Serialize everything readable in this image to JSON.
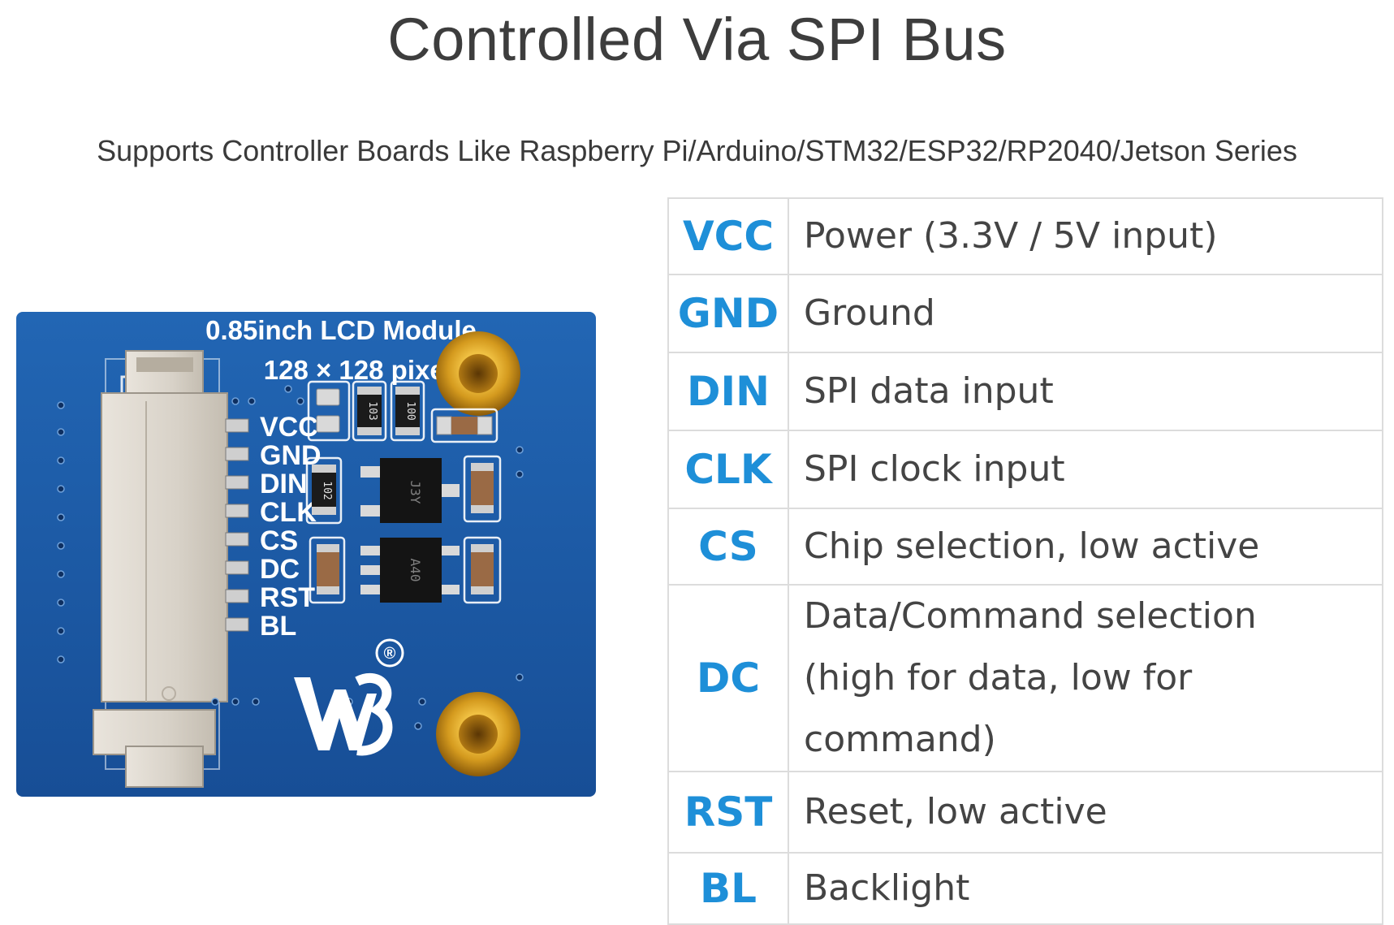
{
  "header": {
    "title": "Controlled Via SPI Bus",
    "subtitle": "Supports Controller Boards Like Raspberry Pi/Arduino/STM32/ESP32/RP2040/Jetson Series"
  },
  "board": {
    "title_line1": "0.85inch LCD Module",
    "title_line2": "128 × 128 pixels",
    "pin_labels": [
      "VCC",
      "GND",
      "DIN",
      "CLK",
      "CS",
      "DC",
      "RST",
      "BL"
    ],
    "component_marks": [
      "103",
      "100",
      "102",
      "J3Y",
      "A40"
    ],
    "registered_mark": "®",
    "pcb_color": "#1c5da8",
    "accent_color": "#1e8fd8"
  },
  "pins": [
    {
      "pin": "VCC",
      "desc": "Power (3.3V / 5V input)"
    },
    {
      "pin": "GND",
      "desc": "Ground"
    },
    {
      "pin": "DIN",
      "desc": "SPI data input"
    },
    {
      "pin": "CLK",
      "desc": "SPI clock input"
    },
    {
      "pin": "CS",
      "desc": "Chip selection, low active"
    },
    {
      "pin": "DC",
      "desc": "Data/Command selection",
      "desc2": "(high for data, low for command)"
    },
    {
      "pin": "RST",
      "desc": "Reset, low active"
    },
    {
      "pin": "BL",
      "desc": "Backlight"
    }
  ]
}
